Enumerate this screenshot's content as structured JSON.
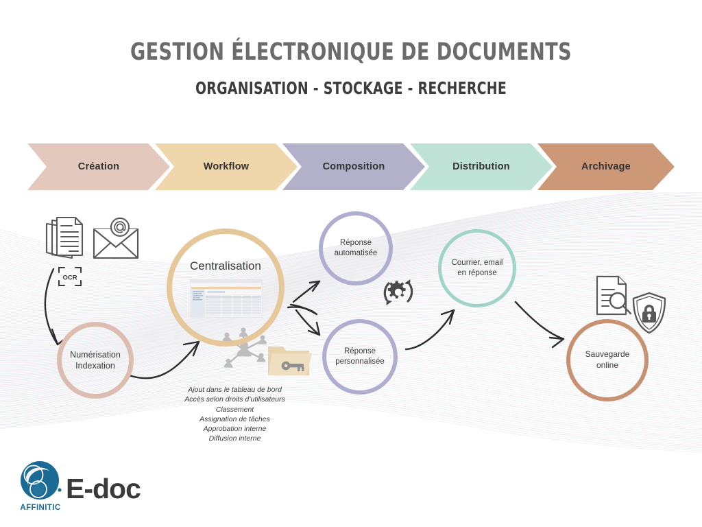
{
  "header": {
    "title": "GESTION ÉLECTRONIQUE DE DOCUMENTS",
    "subtitle": "ORGANISATION -  STOCKAGE - RECHERCHE"
  },
  "process_banner": {
    "steps": [
      {
        "label": "Création",
        "color": "#e2c8bd"
      },
      {
        "label": "Workflow",
        "color": "#efd6ab"
      },
      {
        "label": "Composition",
        "color": "#b3b0ca"
      },
      {
        "label": "Distribution",
        "color": "#bfe3d7"
      },
      {
        "label": "Archivage",
        "color": "#cc9878"
      }
    ]
  },
  "nodes": {
    "numerisation": {
      "line1": "Numérisation",
      "line2": "Indexation",
      "color": "#ddbdb2"
    },
    "centralisation": {
      "label": "Centralisation",
      "color": "#e5c79a"
    },
    "reponse_auto": {
      "line1": "Réponse",
      "line2": "automatisée",
      "color": "#b0aed0"
    },
    "reponse_perso": {
      "line1": "Réponse",
      "line2": "personnalisée",
      "color": "#b0aed0"
    },
    "courrier": {
      "line1": "Courrier, email",
      "line2": "en réponse",
      "color": "#9fd4c6"
    },
    "sauvegarde": {
      "line1": "Sauvegarde",
      "line2": "online",
      "color": "#c89272"
    }
  },
  "icons": {
    "documents": "documents-stack-icon",
    "email": "email-at-icon",
    "ocr": "ocr-scan-icon",
    "app_screenshot": "application-screenshot-thumbnail",
    "users_network": "users-network-icon",
    "folder_key": "folder-key-icon",
    "gear_cycle": "gear-refresh-cycle-icon",
    "document_search": "document-magnifier-icon",
    "shield_lock": "shield-padlock-icon"
  },
  "workflow_details": {
    "items": [
      "Ajout  dans le tableau de bord",
      "Accès selon droits d’utilisateurs",
      "Classement",
      "Assignation de tâches",
      "Approbation interne",
      "Diffusion interne"
    ]
  },
  "branding": {
    "company": "AFFINITIC",
    "product": "E-doc",
    "logo_color": "#1b6a96"
  }
}
